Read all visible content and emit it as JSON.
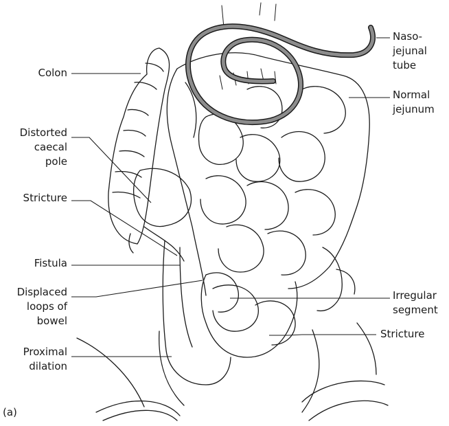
{
  "figure": {
    "panel_label": "(a)",
    "labels": {
      "colon": "Colon",
      "distorted_caecal_pole": "Distorted\ncaecal\npole",
      "stricture_left": "Stricture",
      "fistula": "Fistula",
      "displaced_loops": "Displaced\nloops of\nbowel",
      "proximal_dilation": "Proximal\ndilation",
      "naso_jejunal_tube": "Naso-\njejunal\ntube",
      "normal_jejunum": "Normal\njejunum",
      "irregular_segment": "Irregular\nsegment",
      "stricture_right": "Stricture"
    }
  }
}
